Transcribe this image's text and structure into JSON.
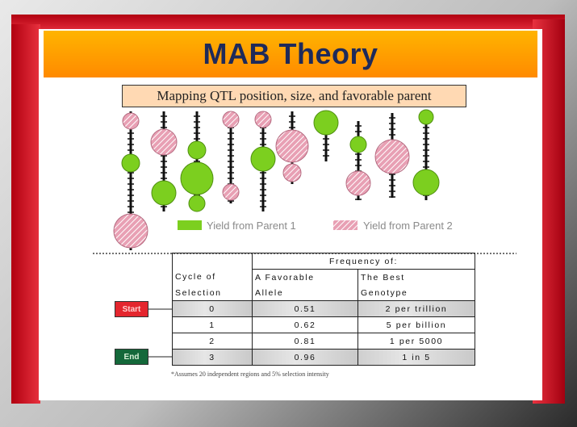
{
  "slide": {
    "title": "MAB Theory",
    "subtitle": "Mapping QTL position, size, and favorable parent",
    "colors": {
      "title_bar": "#ff9a00",
      "title_text": "#1e2a5a",
      "parent1": "#7ccf1f",
      "parent2": "#e8a0b4",
      "frame_red": "#d8202e"
    }
  },
  "legend": {
    "parent1_label": "Yield from Parent 1",
    "parent2_label": "Yield from Parent 2"
  },
  "table": {
    "super_header": "Frequency of:",
    "header": {
      "col1_line1": "Cycle of",
      "col1_line2": "Selection",
      "col2_line1": "A Favorable",
      "col2_line2": "Allele",
      "col3_line1": "The Best",
      "col3_line2": "Genotype"
    },
    "rows": [
      {
        "cycle": "0",
        "allele": "0.51",
        "genotype": "2 per trillion"
      },
      {
        "cycle": "1",
        "allele": "0.62",
        "genotype": "5 per billion"
      },
      {
        "cycle": "2",
        "allele": "0.81",
        "genotype": "1 per 5000"
      },
      {
        "cycle": "3",
        "allele": "0.96",
        "genotype": "1 in 5"
      }
    ]
  },
  "markers": {
    "start_label": "Start",
    "end_label": "End"
  },
  "footnote": "*Assumes 20 independent regions and 5% selection intensity"
}
